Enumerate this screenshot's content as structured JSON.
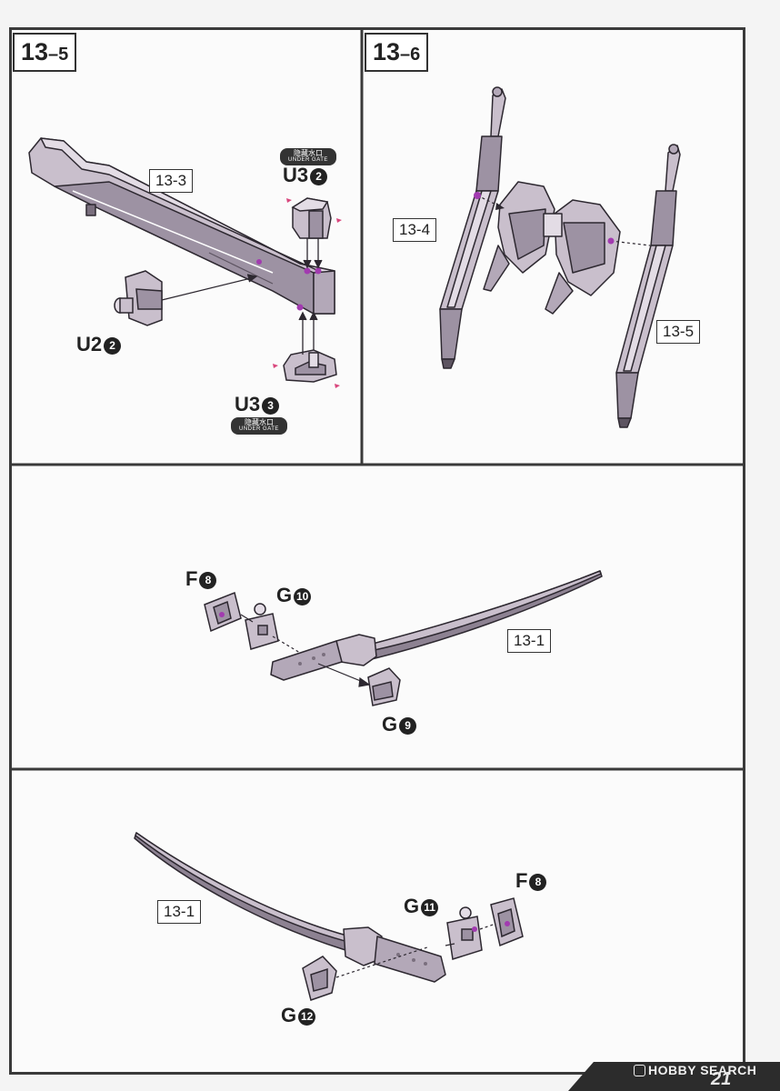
{
  "steps": {
    "s1": {
      "main": "13",
      "dash": "–",
      "sub": "5"
    },
    "s2": {
      "main": "13",
      "dash": "–",
      "sub": "6"
    }
  },
  "panel1": {
    "part_ref": "13-3",
    "u3_top": {
      "code": "U3",
      "num": "2"
    },
    "u3_bottom": {
      "code": "U3",
      "num": "3"
    },
    "u2": {
      "code": "U2",
      "num": "2"
    },
    "gate_top": {
      "cn": "隐藏水口",
      "en": "UNDER GATE"
    },
    "gate_bottom": {
      "cn": "隐藏水口",
      "en": "UNDER GATE"
    }
  },
  "panel2": {
    "ref_left": "13-4",
    "ref_right": "13-5"
  },
  "panel3": {
    "f": {
      "code": "F",
      "num": "8"
    },
    "g10": {
      "code": "G",
      "num": "10"
    },
    "g9": {
      "code": "G",
      "num": "9"
    },
    "ref": "13-1"
  },
  "panel4": {
    "ref": "13-1",
    "f": {
      "code": "F",
      "num": "8"
    },
    "g11": {
      "code": "G",
      "num": "11"
    },
    "g12": {
      "code": "G",
      "num": "12"
    }
  },
  "footer": {
    "watermark": "HOBBY SEARCH",
    "page": "21"
  },
  "colors": {
    "part_fill": "#c9bfcc",
    "part_dark": "#7a6f7e",
    "outline": "#2d2830",
    "accent": "#a23bb0",
    "arrow_pink": "#d9477d"
  }
}
